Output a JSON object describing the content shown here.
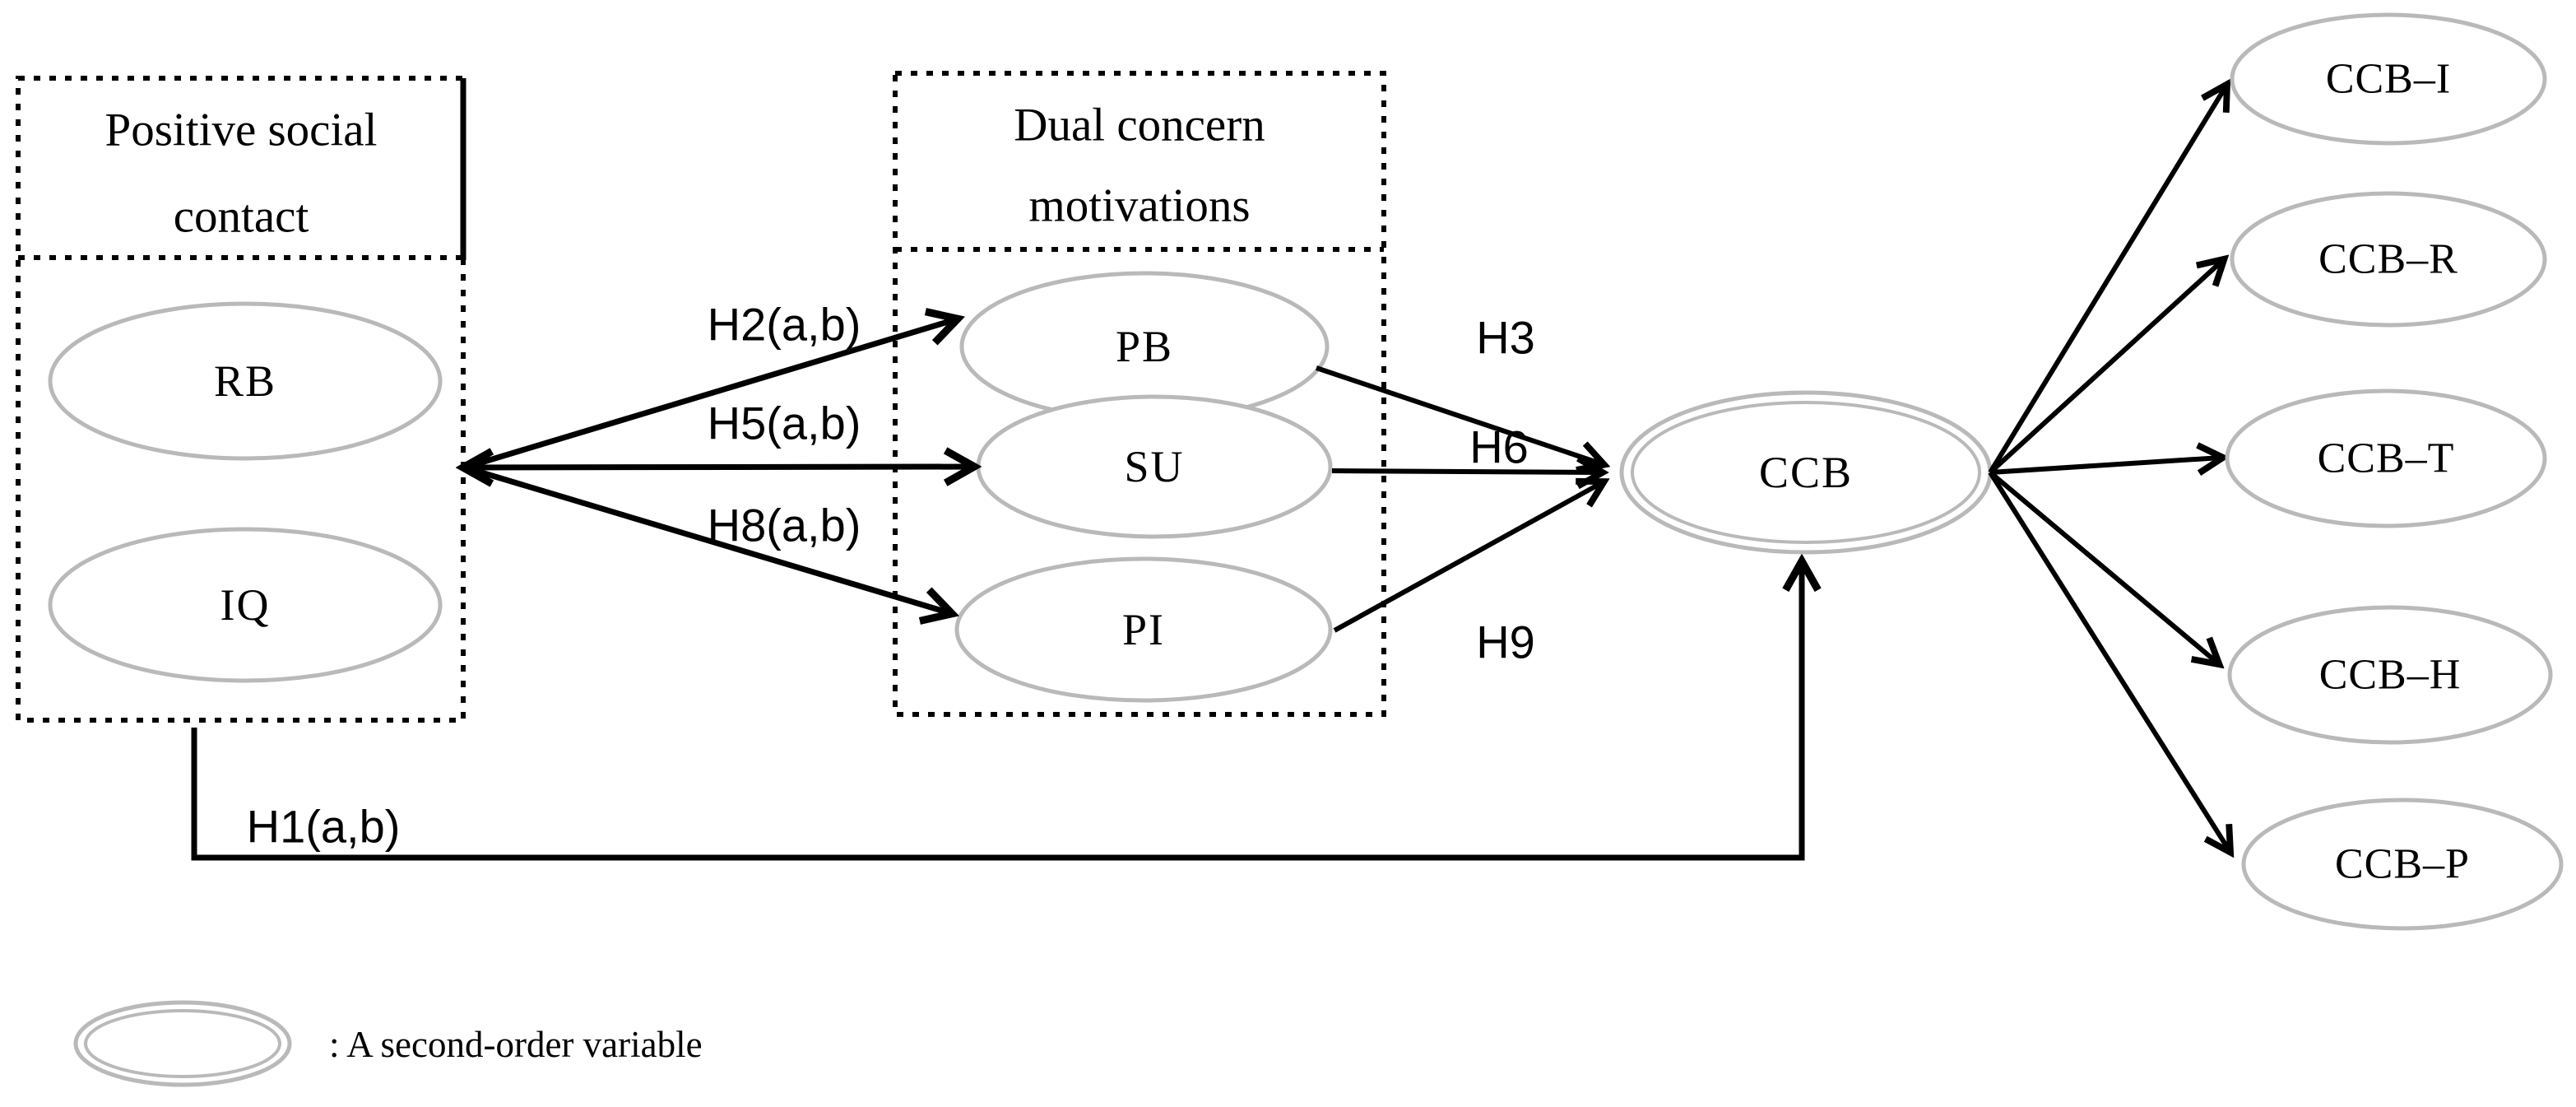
{
  "figure": {
    "left_box": {
      "title_line1": "Positive social",
      "title_line2": "contact",
      "node_rb": "RB",
      "node_iq": "IQ"
    },
    "middle_box": {
      "title_line1": "Dual concern",
      "title_line2": "motivations",
      "node_pb": "PB",
      "node_su": "SU",
      "node_pi": "PI"
    },
    "center_node": "CCB",
    "outcome_nodes": [
      "CCB–I",
      "CCB–R",
      "CCB–T",
      "CCB–H",
      "CCB–P"
    ],
    "labels": {
      "h1": "H1(a,b)",
      "h2": "H2(a,b)",
      "h5": "H5(a,b)",
      "h8": "H8(a,b)",
      "h3": "H3",
      "h6": "H6",
      "h9": "H9"
    },
    "legend_text": ": A second-order variable",
    "colors": {
      "node_stroke": "#b9b9b9",
      "line": "#000000",
      "text": "#000000"
    }
  }
}
